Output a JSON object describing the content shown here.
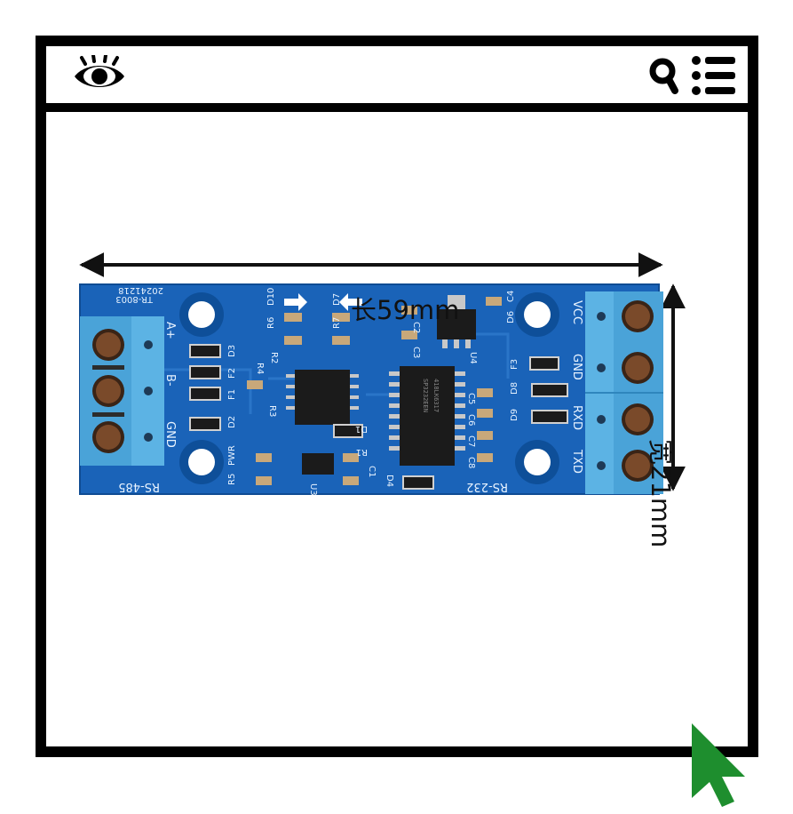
{
  "toolbar": {
    "eye_icon": "eye-icon",
    "search_icon": "search-icon",
    "menu_icon": "list-menu-icon"
  },
  "dimensions": {
    "length": "长59mm",
    "width": "宽21mm"
  },
  "board": {
    "left_block": {
      "title": "RS-485",
      "pins": [
        "A+",
        "B-",
        "GND"
      ]
    },
    "right_block": {
      "title": "RS-232",
      "pins": [
        "VCC",
        "GND",
        "RXD",
        "TXD"
      ]
    },
    "model": "TR-8003",
    "date": "20241218",
    "power_label": "PWR",
    "components": [
      "R6",
      "D10",
      "D7",
      "R7",
      "R2",
      "R4",
      "F2",
      "F1",
      "D3",
      "D2",
      "R3",
      "R5",
      "D1",
      "R1",
      "C1",
      "D4",
      "U3",
      "U4",
      "C3",
      "C2",
      "C4",
      "D6",
      "F3",
      "D8",
      "D9",
      "C5",
      "C6",
      "C7",
      "C8"
    ],
    "chip_markings": [
      "SP3232EEN",
      "418LK6317"
    ],
    "colors": {
      "pcb": "#1a63b8",
      "terminal": "#4aa3d8",
      "copper": "#7a4a2a"
    }
  },
  "cursor": {
    "icon": "cursor-arrow-icon",
    "color": "#1e8e2e"
  }
}
